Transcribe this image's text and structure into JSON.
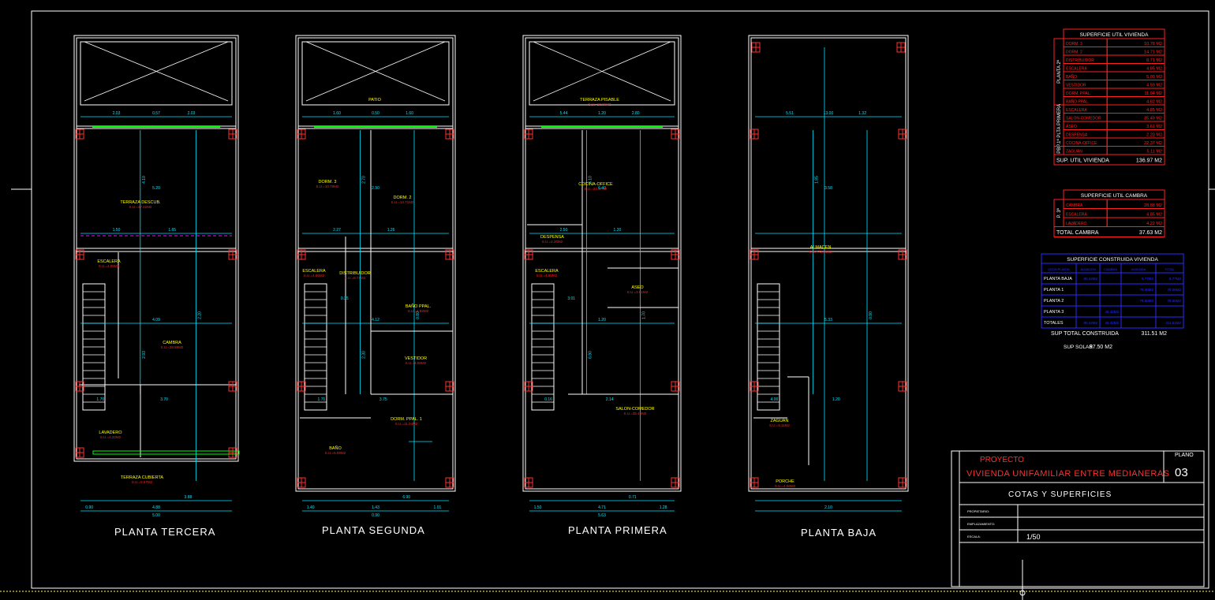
{
  "colors": {
    "background": "#000000",
    "wall": "#ffffff",
    "dimension": "#00e5ff",
    "room_label": "#ffff00",
    "room_area": "#ff2020",
    "table_red": "#ff2020",
    "table_blue": "#2a2aff",
    "green": "#00ff00",
    "magenta": "#ff00ff"
  },
  "plans": [
    {
      "title": "PLANTA TERCERA",
      "rooms": [
        {
          "name": "TERRAZA DESCUB.",
          "area": "S.U.=37.22M2"
        },
        {
          "name": "ESCALERA",
          "area": "S.U.=4.85M2"
        },
        {
          "name": "CAMBRA",
          "area": "S.U.=28.88M2"
        },
        {
          "name": "LAVADERO",
          "area": "S.U.=4.22M2"
        },
        {
          "name": "TERRAZA CUBIERTA",
          "area": "S.U.=9.87M2"
        }
      ],
      "dims": [
        "2.03",
        "0.57",
        "2.03",
        "5.20",
        "4.10",
        "4.09",
        "3.70",
        "1.70",
        "2.20",
        "4.88",
        "5.00",
        "0.90",
        "1.50",
        "1.65",
        "2.93",
        "3.88"
      ]
    },
    {
      "title": "PLANTA SEGUNDA",
      "rooms": [
        {
          "name": "PATIO",
          "area": ""
        },
        {
          "name": "DORM. 3",
          "area": "S.U.=10.78M2"
        },
        {
          "name": "DORM. 2",
          "area": "S.U.=14.71M2"
        },
        {
          "name": "ESCALERA",
          "area": "S.U.=4.85M2"
        },
        {
          "name": "DISTRIBUIDOR",
          "area": "S.U.=8.71M2"
        },
        {
          "name": "BAÑO PPAL.",
          "area": "S.U.=4.82M2"
        },
        {
          "name": "VESTIDOR",
          "area": "S.U.=4.59M2"
        },
        {
          "name": "DORM. PPAL. 1",
          "area": "S.U.=11.04M2"
        },
        {
          "name": "BAÑO",
          "area": "S.U.=5.09M2"
        }
      ],
      "dims": [
        "1.60",
        "0.50",
        "1.60",
        "2.90",
        "2.70",
        "4.12",
        "3.75",
        "1.71",
        "0.80",
        "1.43",
        "0.90",
        "1.40",
        "2.27",
        "1.26",
        "2.30",
        "6.90",
        "1.01",
        "0.35"
      ]
    },
    {
      "title": "PLANTA PRIMERA",
      "rooms": [
        {
          "name": "TERRAZA PISABLE",
          "area": "S.U.=18.66M2"
        },
        {
          "name": "COCINA-OFFICE",
          "area": "S.U.=22.37M2"
        },
        {
          "name": "DESPENSA",
          "area": "S.U.=2.20M2"
        },
        {
          "name": "ESCALERA",
          "area": "S.U.=4.85M2"
        },
        {
          "name": "ASEO",
          "area": "S.U.=3.61M2"
        },
        {
          "name": "SALON-COMEDOR",
          "area": "S.U.=35.49M2"
        }
      ],
      "dims": [
        "5.44",
        "1.20",
        "2.80",
        "6.40",
        "4.10",
        "1.20",
        "2.14",
        "0.16",
        "1.70",
        "4.71",
        "5.63",
        "1.50",
        "2.50",
        "1.20",
        "6.90",
        "0.71",
        "1.28",
        "3.01"
      ]
    },
    {
      "title": "PLANTA BAJA",
      "rooms": [
        {
          "name": "ALMACEN",
          "area": "S.U.=72.84M2"
        },
        {
          "name": "ZAGUAN",
          "area": "S.U.=5.11M2"
        },
        {
          "name": "PORCHE",
          "area": "S.U.=4.56M2"
        }
      ],
      "dims": [
        "5.51",
        "13.00",
        "1.32",
        "3.58",
        "1.85",
        "5.33",
        "1.20",
        "4.00",
        "0.90",
        "2.10"
      ]
    }
  ],
  "tables": {
    "util_vivienda": {
      "title": "SUPERFICIE UTIL VIVIENDA",
      "groups": [
        {
          "label": "PLANTA 2ª",
          "rows": [
            [
              "DORM. 3",
              "10.78 M2"
            ],
            [
              "DORM. 2",
              "14.71 M2"
            ],
            [
              "DISTRIBUIDOR",
              "8.71 M2"
            ],
            [
              "ESCALERA",
              "4.85 M2"
            ],
            [
              "BAÑO",
              "5.09 M2"
            ],
            [
              "VESTIDOR",
              "4.59 M2"
            ],
            [
              "DORM. PPAL.",
              "11.04 M2"
            ],
            [
              "BAÑO PPAL.",
              "4.82 M2"
            ]
          ]
        },
        {
          "label": "P.1ª PLTA PRIMERA",
          "rows": [
            [
              "ESCALERA",
              "4.85 M2"
            ],
            [
              "SALON-COMEDOR",
              "35.49 M2"
            ],
            [
              "ASEO",
              "3.61 M2"
            ],
            [
              "DESPENSA",
              "2.20 M2"
            ],
            [
              "COCINA-OFFICE",
              "22.37 M2"
            ]
          ]
        },
        {
          "label": "PB",
          "rows": [
            [
              "ZAGUAN",
              "5.11 M2"
            ]
          ]
        }
      ],
      "total_label": "SUP. UTIL VIVIENDA",
      "total_value": "136.97 M2"
    },
    "util_cambra": {
      "title": "SUPERFICIE UTIL CAMBRA",
      "groups": [
        {
          "label": "P. 3ª",
          "rows": [
            [
              "CAMBRA",
              "28.88 M2"
            ],
            [
              "ESCALERA",
              "4.85 M2"
            ],
            [
              "LAVADERO",
              "4.22 M2"
            ]
          ]
        }
      ],
      "total_label": "TOTAL CAMBRA",
      "total_value": "37.63 M2"
    },
    "construida": {
      "title": "SUPERFICIE CONSTRUIDA VIVIENDA",
      "headers": [
        "USOS/PLANTA",
        "ALMACEN",
        "CAMBRA",
        "VIVIENDA",
        "TOTAL"
      ],
      "rows": [
        [
          "PLANTA BAJA",
          "80.42M2",
          "",
          "8.77M2",
          "8.77M2"
        ],
        [
          "PLANTA 1",
          "",
          "",
          "79.06M2",
          "79.06M2"
        ],
        [
          "PLANTA 2",
          "",
          "",
          "78.66M2",
          "78.66M2"
        ],
        [
          "PLANTA 3",
          "",
          "46.42M2",
          "",
          ""
        ],
        [
          "TOTALES",
          "80.42M2",
          "46.42M2",
          "",
          "311.51M2"
        ]
      ],
      "sup_total_label": "SUP TOTAL CONSTRUIDA",
      "sup_total_value": "311.51 M2",
      "sup_solar_label": "SUP SOLAR",
      "sup_solar_value": "87.50 M2"
    }
  },
  "title_block": {
    "proyecto_label": "PROYECTO",
    "proyecto_value": "VIVIENDA UNIFAMILIAR ENTRE MEDIANERAS",
    "plano_label": "PLANO",
    "plano_value": "03",
    "sheet_title": "COTAS Y SUPERFICIES",
    "propietario_label": "PROPIETARIO:",
    "emplazamiento_label": "EMPLAZAMIENTO:",
    "escala_label": "ESCALA:",
    "escala_value": "1/50"
  }
}
